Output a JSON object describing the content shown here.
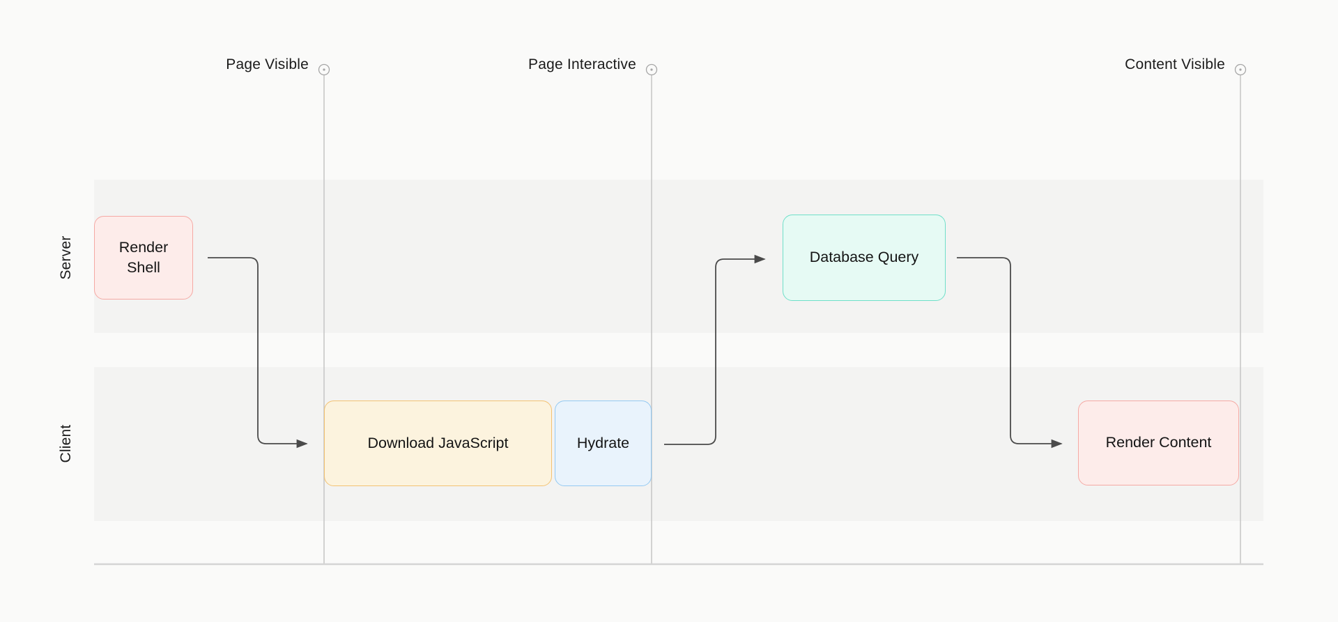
{
  "diagram": {
    "milestones": [
      {
        "id": "page-visible",
        "label": "Page Visible"
      },
      {
        "id": "page-interactive",
        "label": "Page Interactive"
      },
      {
        "id": "content-visible",
        "label": "Content Visible"
      }
    ],
    "lanes": [
      {
        "id": "server",
        "label": "Server"
      },
      {
        "id": "client",
        "label": "Client"
      }
    ],
    "nodes": [
      {
        "id": "render-shell",
        "label": "Render Shell",
        "lane": "server",
        "fill": "#fdecea",
        "border": "#f5a9a4"
      },
      {
        "id": "download-javascript",
        "label": "Download JavaScript",
        "lane": "client",
        "fill": "#fcf3de",
        "border": "#f3c272"
      },
      {
        "id": "hydrate",
        "label": "Hydrate",
        "lane": "client",
        "fill": "#e9f3fc",
        "border": "#93c9f2"
      },
      {
        "id": "database-query",
        "label": "Database Query",
        "lane": "server",
        "fill": "#e6faf4",
        "border": "#6fdfc9"
      },
      {
        "id": "render-content",
        "label": "Render Content",
        "lane": "client",
        "fill": "#fdecea",
        "border": "#f5a9a4"
      }
    ],
    "edges": [
      {
        "from": "render-shell",
        "to": "download-javascript"
      },
      {
        "from": "hydrate",
        "to": "database-query"
      },
      {
        "from": "database-query",
        "to": "render-content"
      }
    ],
    "colors": {
      "background": "#fafaf9",
      "lane_band": "#f3f3f2",
      "arrow": "#4a4a4a",
      "milestone_line": "#c4c4c4",
      "axis_line": "#d4d4d4",
      "text": "#1c1c1c"
    }
  }
}
